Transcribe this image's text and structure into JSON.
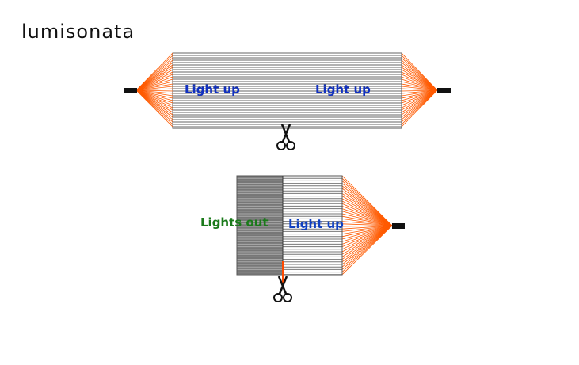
{
  "logo": "lumisonata",
  "top_panel": {
    "label_left": "Light up",
    "label_right": "Light up"
  },
  "bottom_panel": {
    "label_dark": "Lights out",
    "label_lit": "Light up"
  },
  "colors": {
    "fiber": "#ff5a00",
    "lit_text": "#1030c0",
    "out_text": "#1a7a1a",
    "dark_fill": "#777777"
  }
}
